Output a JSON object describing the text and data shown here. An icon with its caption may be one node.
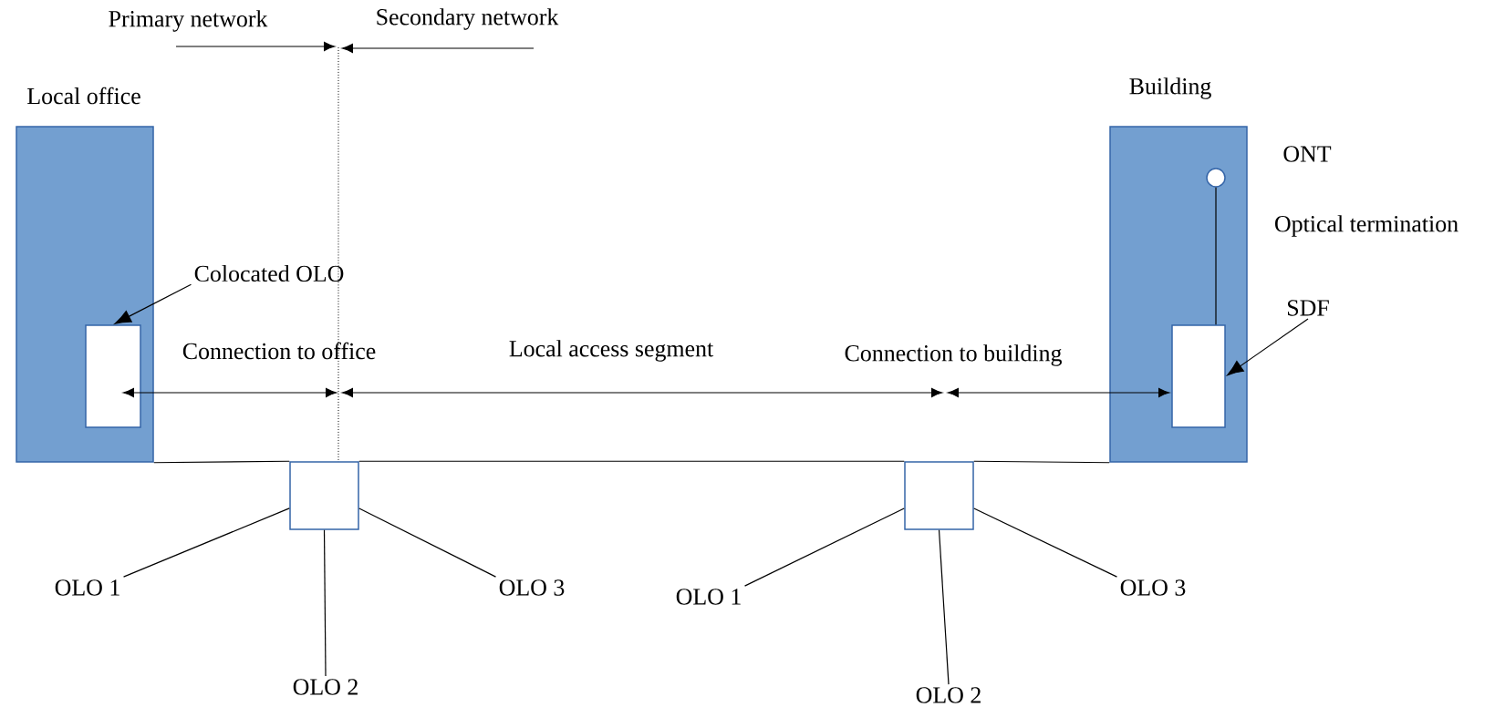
{
  "diagram": {
    "nodes": [
      {
        "text": [
          "Local office"
        ]
      },
      {
        "text": [],
        "shape": "box",
        "in": 0
      },
      {
        "text": [
          "Colocated OLO"
        ]
      },
      {
        "text": [
          "Building"
        ]
      },
      {
        "text": [
          "ONT"
        ],
        "in": 3
      },
      {
        "text": [],
        "shape": "box",
        "in": 3
      },
      {
        "text": [
          "SDF"
        ]
      },
      {
        "text": [],
        "shape": "box"
      },
      {
        "text": [],
        "shape": "box"
      },
      {
        "text": [
          "OLO 1"
        ]
      },
      {
        "text": [
          "OLO 2"
        ]
      },
      {
        "text": [
          "OLO 3"
        ]
      },
      {
        "text": [
          "OLO 1"
        ]
      },
      {
        "text": [
          "OLO 2"
        ]
      },
      {
        "text": [
          "OLO 3"
        ]
      }
    ],
    "edges": [
      {
        "from": 2,
        "to": 1,
        "arrow": "to"
      },
      {
        "from": 6,
        "to": 5,
        "arrow": "to"
      },
      {
        "from": 4,
        "to": 5,
        "arrow": "none",
        "label": "Optical termination"
      },
      {
        "from": 0,
        "to": 7,
        "arrow": "none"
      },
      {
        "from": 7,
        "to": 8,
        "arrow": "none"
      },
      {
        "from": 8,
        "to": 3,
        "arrow": "none"
      },
      {
        "from": 7,
        "to": 9,
        "arrow": "none"
      },
      {
        "from": 7,
        "to": 10,
        "arrow": "none"
      },
      {
        "from": 7,
        "to": 11,
        "arrow": "none"
      },
      {
        "from": 8,
        "to": 12,
        "arrow": "none"
      },
      {
        "from": 8,
        "to": 13,
        "arrow": "none"
      },
      {
        "from": 8,
        "to": 14,
        "arrow": "none"
      }
    ],
    "labels": [
      "Primary network",
      "Secondary network",
      "Connection to office",
      "Local access segment",
      "Connection to building"
    ]
  }
}
